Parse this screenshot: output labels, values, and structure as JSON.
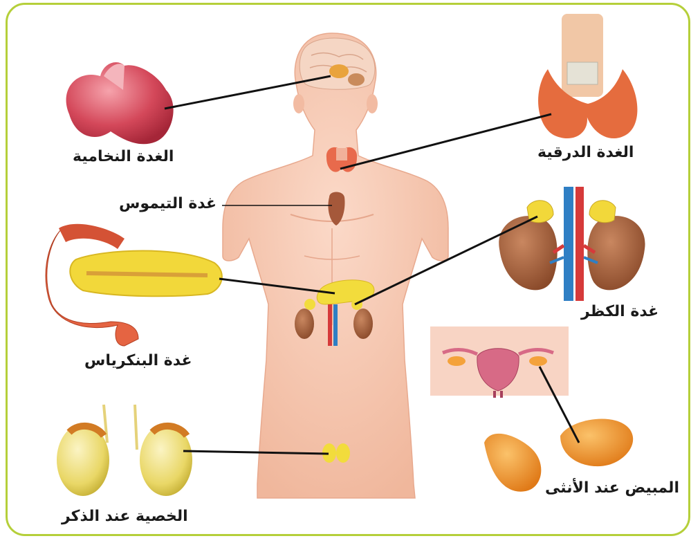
{
  "labels": {
    "pituitary": "الغدة النخامية",
    "thyroid": "الغدة الدرقية",
    "thymus": "غدة التيموس",
    "pancreas": "غدة البنكرياس",
    "adrenal": "غدة الكظر",
    "ovary": "المبيض عند الأنثى",
    "testis": "الخصية عند الذكر"
  },
  "colors": {
    "frame": "#b5cf3a",
    "skin": "#f6c9b3",
    "leader_line": "#111111"
  }
}
